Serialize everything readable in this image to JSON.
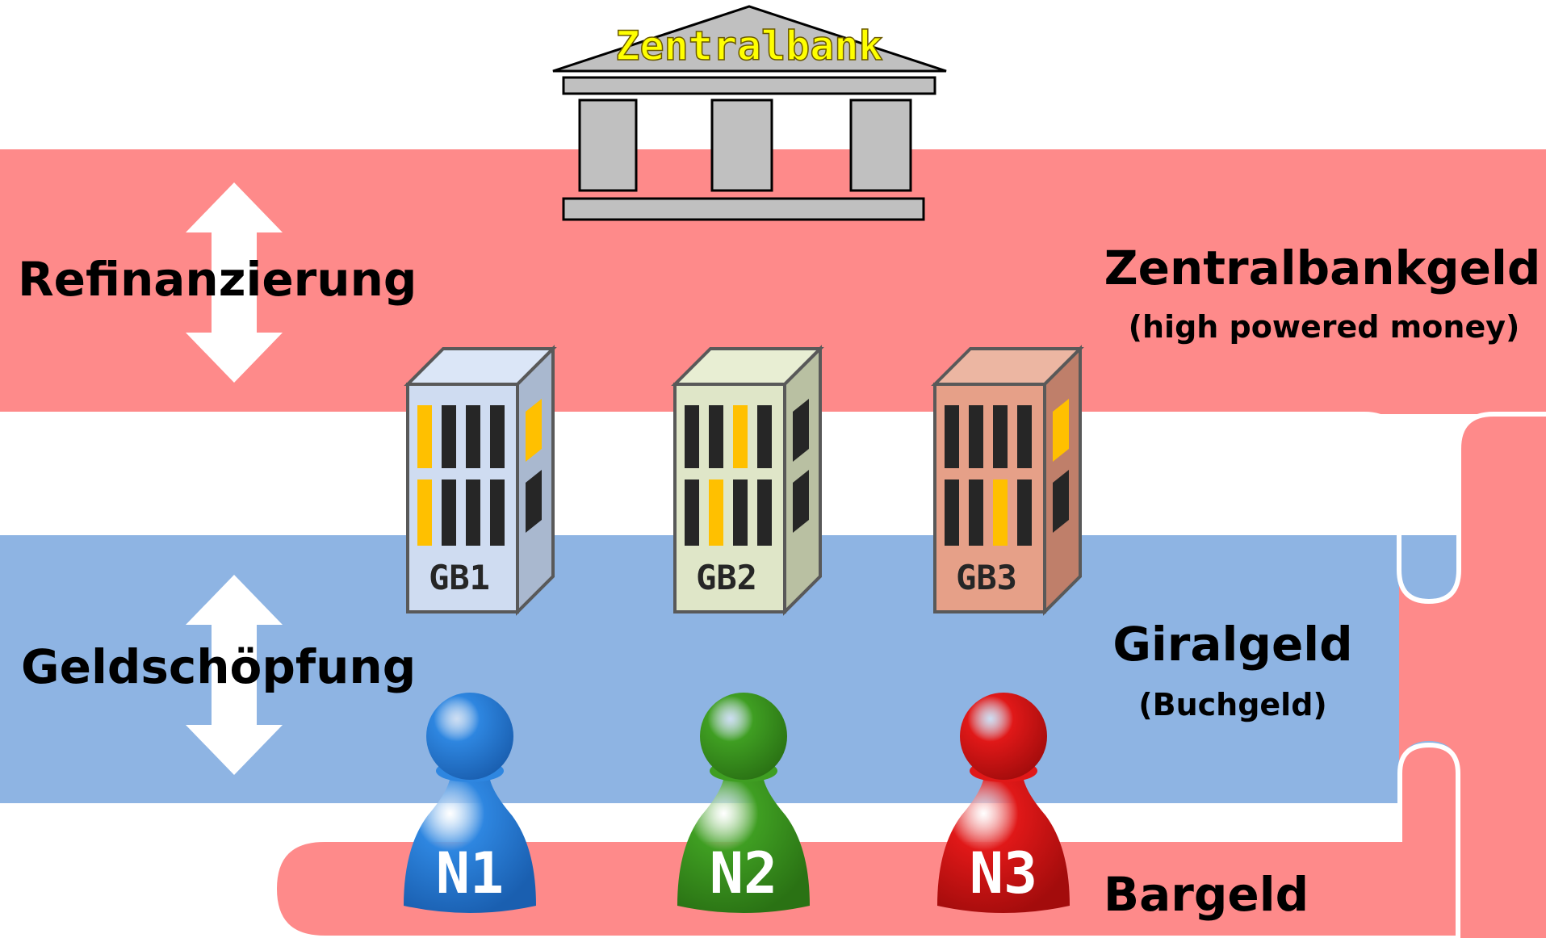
{
  "central_bank": {
    "title": "Zentralbank"
  },
  "arrows": {
    "top": "Refinanzierung",
    "bottom": "Geldschöpfung"
  },
  "zones": {
    "central_money": {
      "title": "Zentralbankgeld",
      "subtitle": "(high powered money)"
    },
    "book_money": {
      "title": "Giralgeld",
      "subtitle": "(Buchgeld)"
    },
    "cash": {
      "title": "Bargeld"
    }
  },
  "banks": [
    {
      "label": "GB1",
      "front": "#cfdcf1",
      "side": "#a9b8cf",
      "top": "#dbe6f7"
    },
    {
      "label": "GB2",
      "front": "#dfe6c8",
      "side": "#b9c0a2",
      "top": "#e8eed3"
    },
    {
      "label": "GB3",
      "front": "#e6a088",
      "side": "#bf7f6a",
      "top": "#ecb6a2"
    }
  ],
  "pawns": [
    {
      "label": "N1",
      "color": "#2e86e0",
      "dark": "#1a5fb0"
    },
    {
      "label": "N2",
      "color": "#3f9e22",
      "dark": "#2a7214"
    },
    {
      "label": "N3",
      "color": "#e01818",
      "dark": "#a30c0c"
    }
  ],
  "colors": {
    "pink_band": "#fe8a8a",
    "blue_band": "#8eb4e3",
    "arrow": "#ffffff",
    "window_dark": "#262626",
    "window_lit": "#ffc000",
    "temple": "#c0c0c0",
    "title_fill": "#ffff00"
  }
}
